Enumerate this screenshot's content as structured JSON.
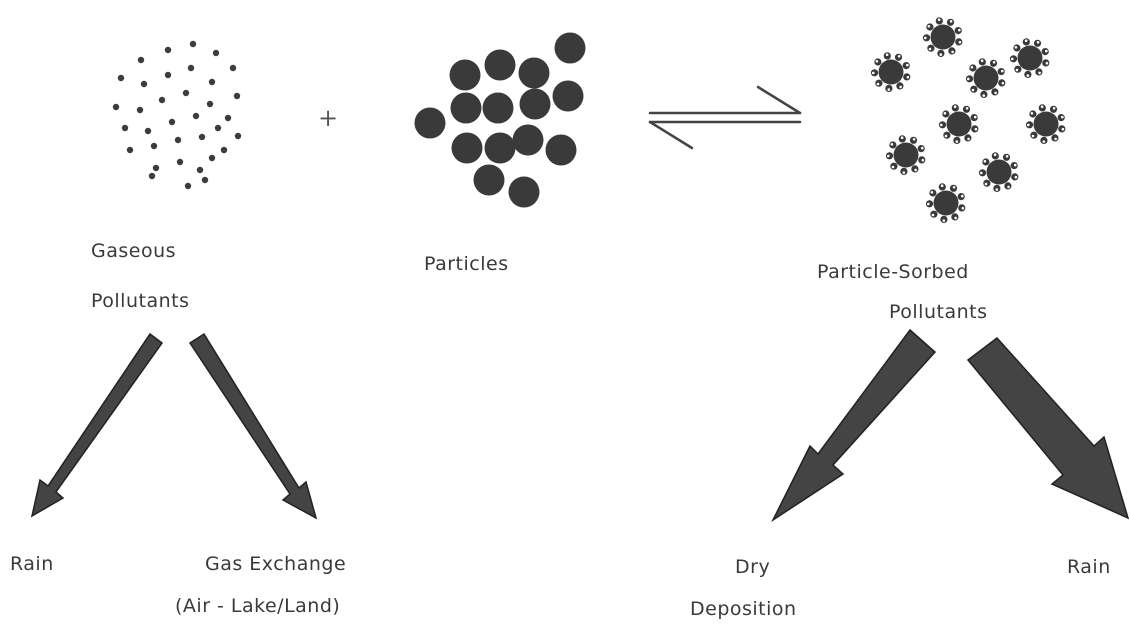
{
  "labels": {
    "gaseous_line1": "Gaseous",
    "gaseous_line2": "Pollutants",
    "particles": "Particles",
    "sorbed_line1": "Particle-Sorbed",
    "sorbed_line2": "Pollutants",
    "rain_left": "Rain",
    "gas_exchange_line1": "Gas  Exchange",
    "gas_exchange_line2": "(Air  -  Lake/Land)",
    "dry_line1": "Dry",
    "dry_line2": "Deposition",
    "rain_right": "Rain"
  },
  "symbols": {
    "plus": "+",
    "equilibrium": "reversible-equilibrium-arrows"
  },
  "colors": {
    "ink": "#3a3a3a",
    "particle": "#3c3c3c",
    "arrow": "#444444"
  }
}
